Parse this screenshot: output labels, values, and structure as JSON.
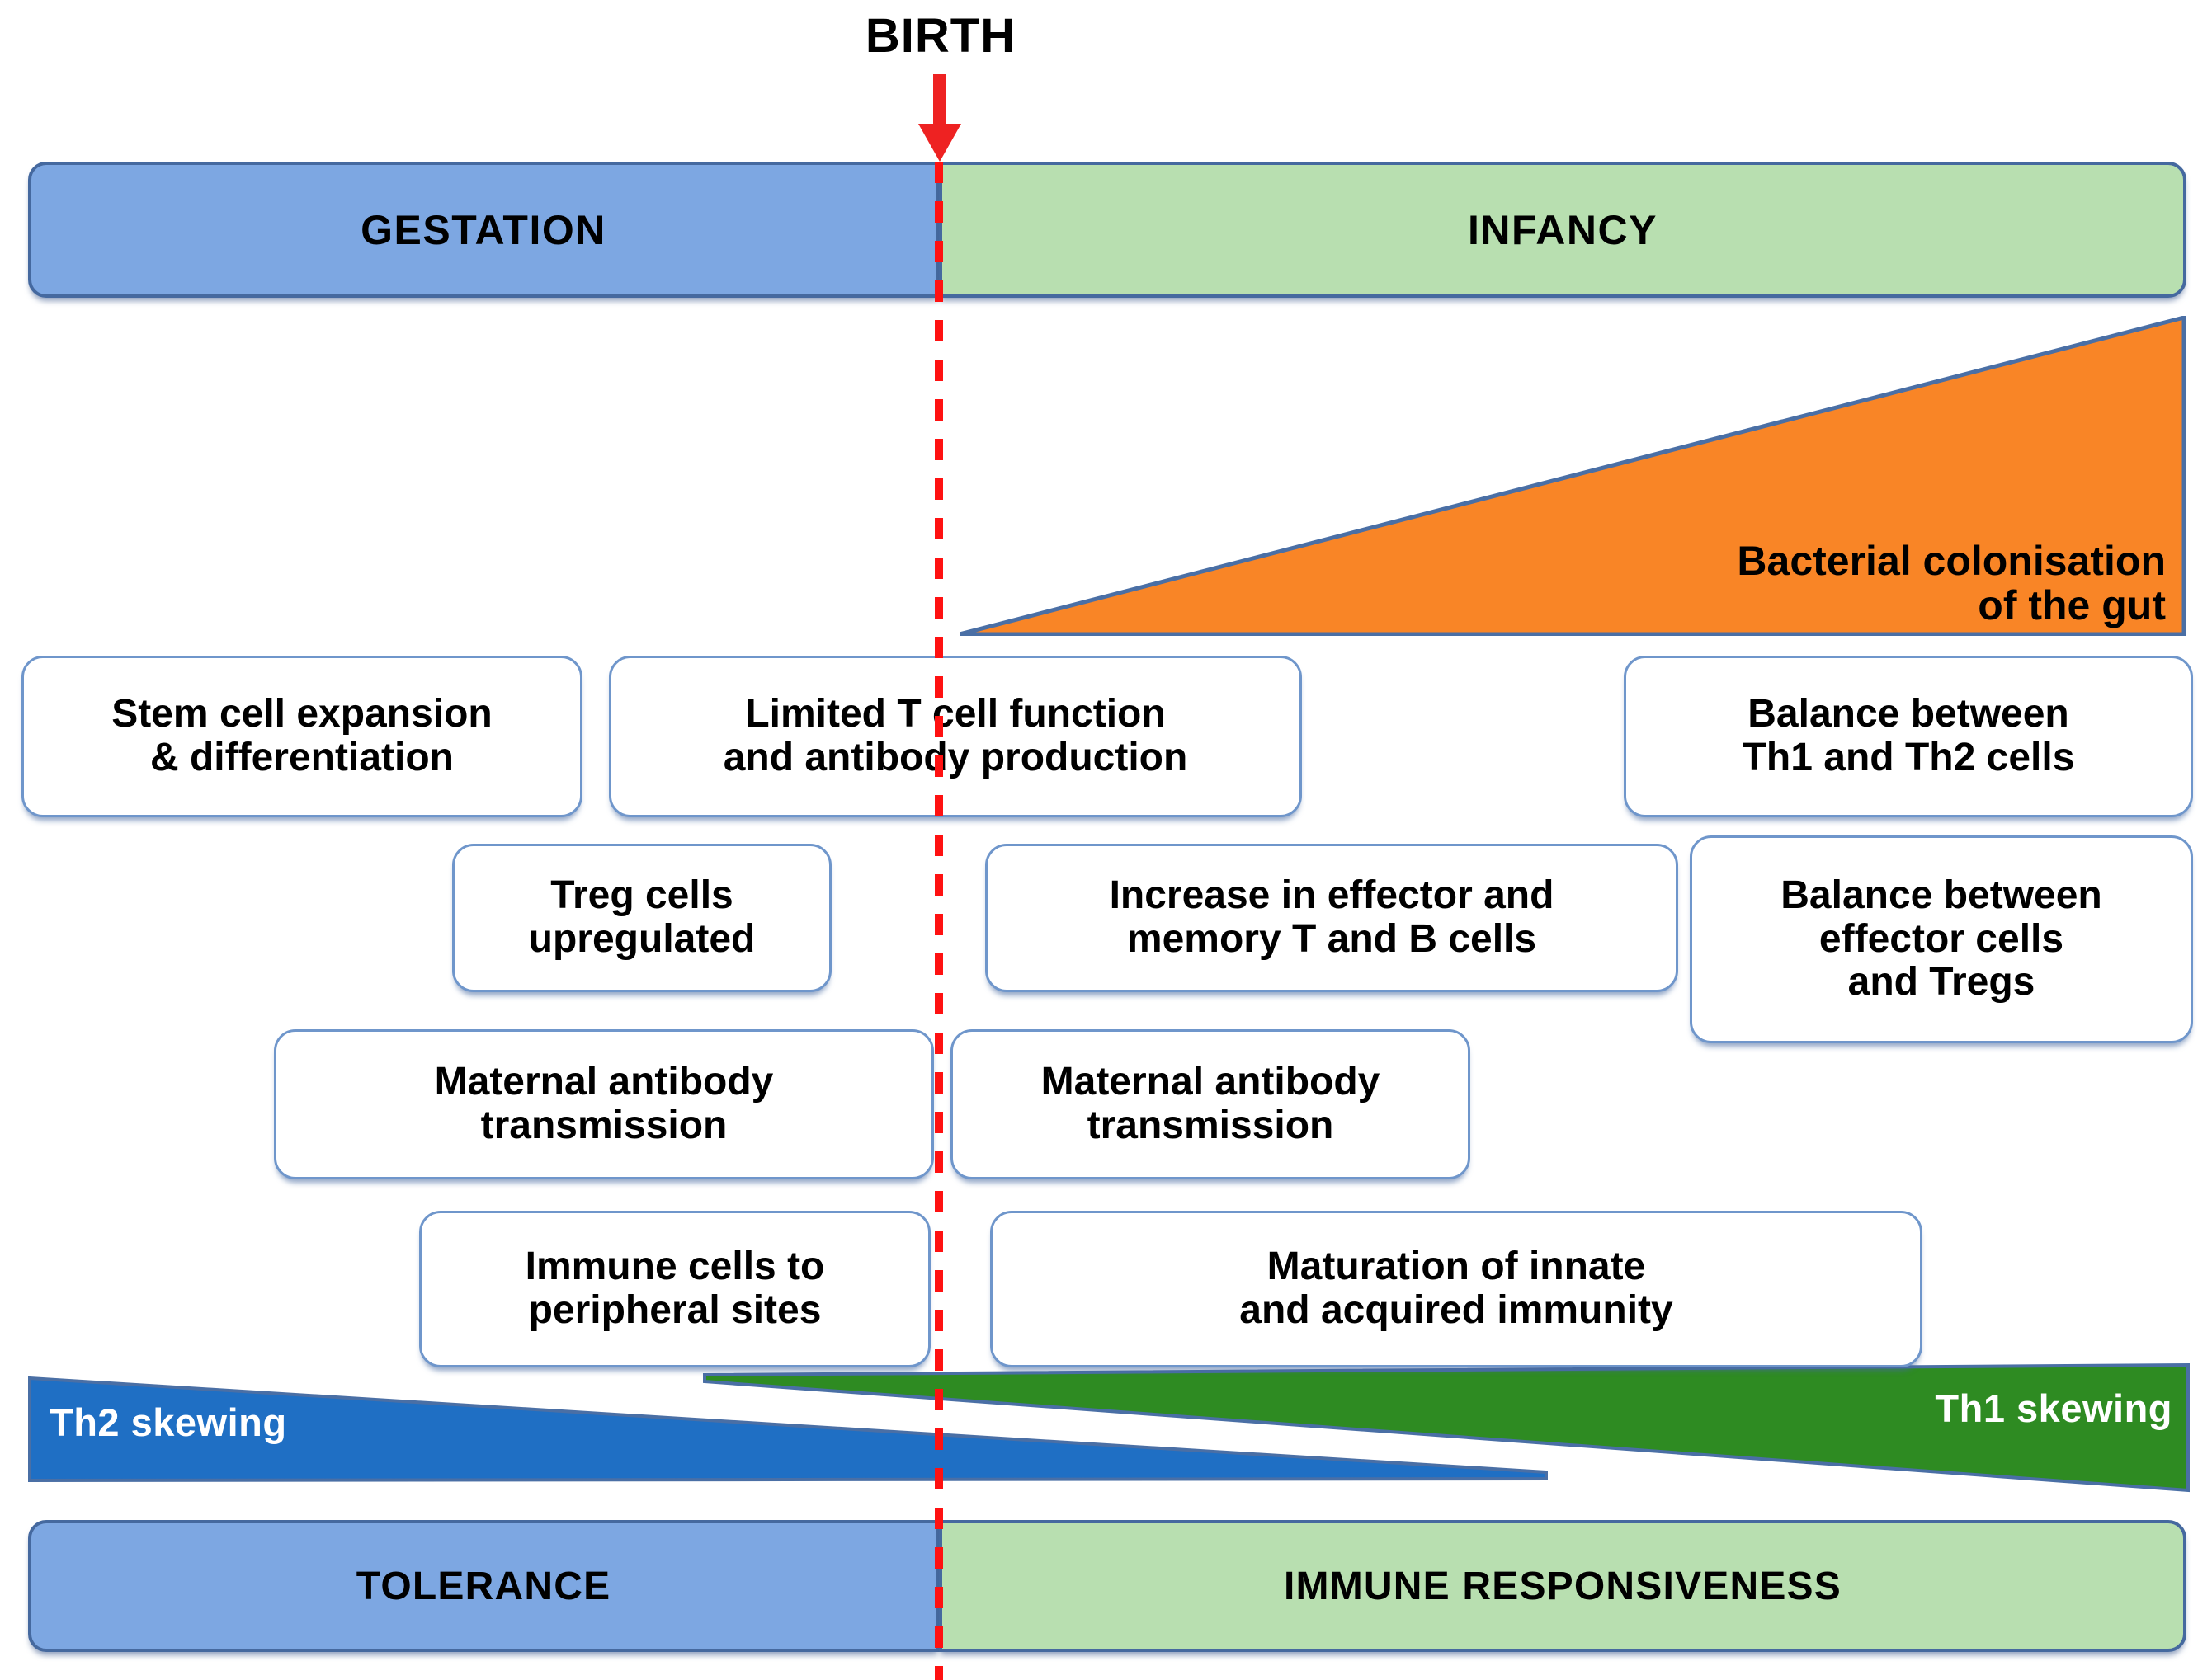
{
  "figure": {
    "title": "Immune development from gestation through infancy",
    "birth_marker": {
      "label": "BIRTH",
      "arrow_color": "#ee2222",
      "dashed_line_color": "#ff1111"
    },
    "phases": [
      {
        "id": "gestation",
        "label": "GESTATION",
        "color": "#7da7e2",
        "side": "left"
      },
      {
        "id": "infancy",
        "label": "INFANCY",
        "color": "#b8dfb0",
        "side": "right"
      }
    ],
    "outcomes": [
      {
        "id": "tolerance",
        "label": "TOLERANCE",
        "color": "#7da7e2",
        "side": "left"
      },
      {
        "id": "responsive",
        "label": "IMMUNE RESPONSIVENESS",
        "color": "#b8dfb0",
        "side": "right"
      }
    ],
    "colonisation": {
      "line1": "Bacterial colonisation",
      "line2": "of the gut",
      "color": "#f98526",
      "border_color": "#4a6fa5",
      "trend": "increasing from birth through infancy"
    },
    "skewing": [
      {
        "id": "th2",
        "label": "Th2 skewing",
        "color": "#1f6fc4",
        "trend": "decreasing left to right"
      },
      {
        "id": "th1",
        "label": "Th1 skewing",
        "color": "#2e8b22",
        "trend": "increasing left to right"
      }
    ],
    "boxes": [
      {
        "id": "stem-cell",
        "line1": "Stem cell expansion",
        "line2": "& differentiation"
      },
      {
        "id": "limited-t-cell",
        "line1": "Limited T cell function",
        "line2": "and antibody production"
      },
      {
        "id": "balance-th1-th2",
        "line1": "Balance between",
        "line2": "Th1 and Th2 cells"
      },
      {
        "id": "treg-upregulated",
        "line1": "Treg cells",
        "line2": "upregulated"
      },
      {
        "id": "increase-effector",
        "line1": "Increase in effector and",
        "line2": "memory T and B cells"
      },
      {
        "id": "balance-eff-treg",
        "line1": "Balance between",
        "line2": "effector cells",
        "line3": "and Tregs"
      },
      {
        "id": "maternal-ab-left",
        "line1": "Maternal antibody",
        "line2": "transmission"
      },
      {
        "id": "maternal-ab-right",
        "line1": "Maternal antibody",
        "line2": "transmission"
      },
      {
        "id": "immune-peripheral",
        "line1": "Immune cells to",
        "line2": "peripheral sites"
      },
      {
        "id": "maturation",
        "line1": "Maturation of innate",
        "line2": "and acquired immunity"
      }
    ]
  }
}
